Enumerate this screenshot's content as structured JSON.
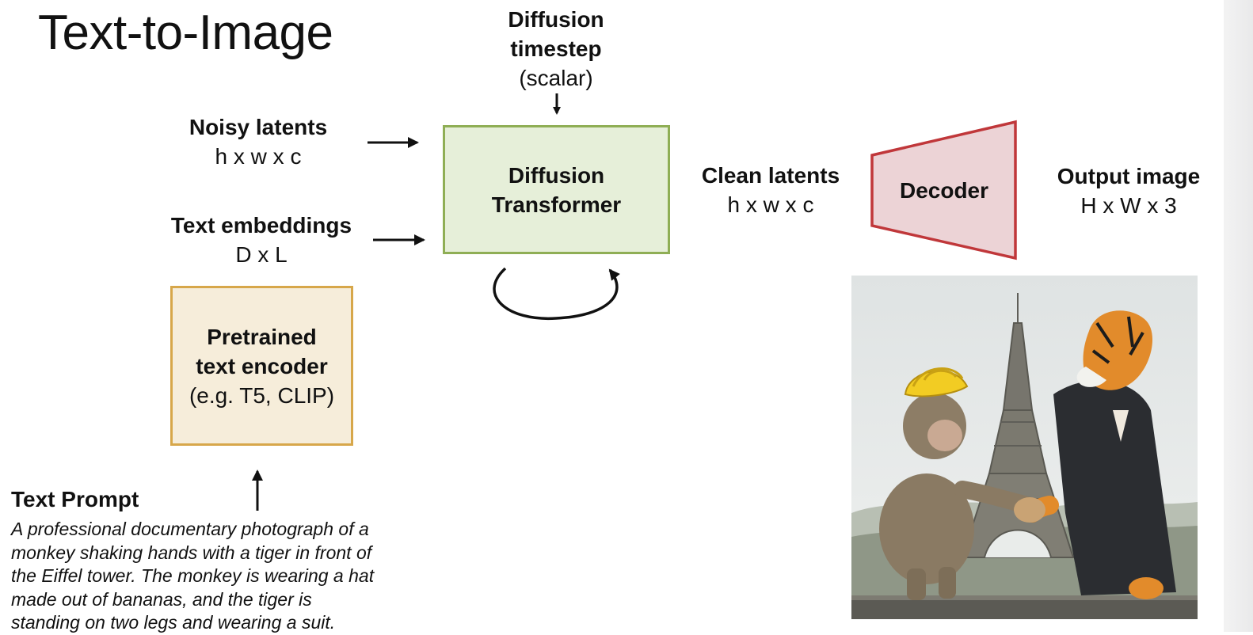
{
  "title": "Text-to-Image",
  "timestep": {
    "line1": "Diffusion",
    "line2": "timestep",
    "sub": "(scalar)"
  },
  "noisy": {
    "title": "Noisy latents",
    "dims": "h x w x c"
  },
  "text_emb": {
    "title": "Text embeddings",
    "dims": "D x L"
  },
  "dit": {
    "line1": "Diffusion",
    "line2": "Transformer"
  },
  "clean": {
    "title": "Clean latents",
    "dims": "h x w x c"
  },
  "decoder": {
    "label": "Decoder"
  },
  "output": {
    "title": "Output image",
    "dims": "H x W x 3"
  },
  "encoder": {
    "line1": "Pretrained",
    "line2": "text encoder",
    "sub": "(e.g. T5, CLIP)"
  },
  "prompt": {
    "title": "Text Prompt",
    "text": "A professional documentary photograph of a monkey shaking hands with a tiger in front of the Eiffel tower. The monkey is wearing a hat made out of bananas, and the tiger is standing on two legs and wearing a suit."
  },
  "colors": {
    "dit_fill": "#e6efd9",
    "dit_border": "#8fae55",
    "encoder_fill": "#f6edda",
    "encoder_border": "#d7a74a",
    "decoder_fill": "#ecd3d6",
    "decoder_border": "#c0373a"
  },
  "icons": {
    "loop": "loop-arrow-icon",
    "arrow": "arrow-icon"
  }
}
